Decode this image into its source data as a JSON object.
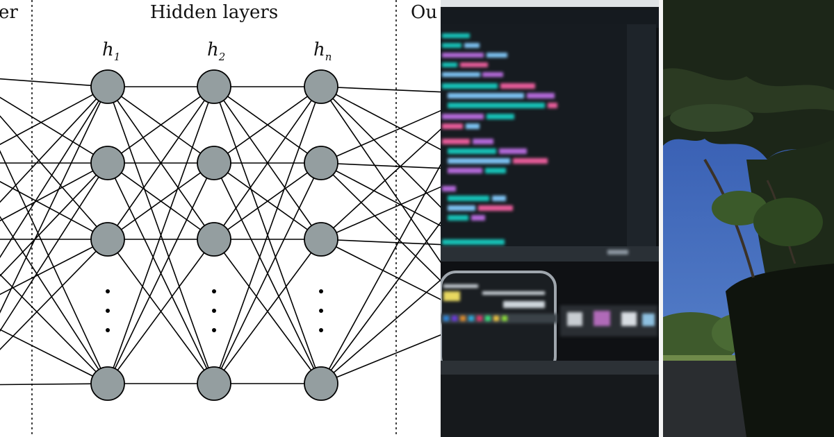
{
  "diagram": {
    "section_labels": {
      "input": "er",
      "hidden": "Hidden layers",
      "output": "Ou"
    },
    "hidden_layer_labels": [
      {
        "base": "h",
        "sub": "1"
      },
      {
        "base": "h",
        "sub": "2"
      },
      {
        "base": "h",
        "sub": "n"
      }
    ],
    "node_fill": "#949ea0",
    "edge_color": "#000000"
  },
  "photos": {
    "code_screen": {
      "dominant_colors": [
        "#0d1013",
        "#17c2b8",
        "#b36ad9",
        "#e85d9a",
        "#7dc3f3"
      ]
    },
    "tree_sky": {
      "dominant_colors": [
        "#2c4f9b",
        "#1d2a1a",
        "#7a9a5a"
      ]
    }
  }
}
